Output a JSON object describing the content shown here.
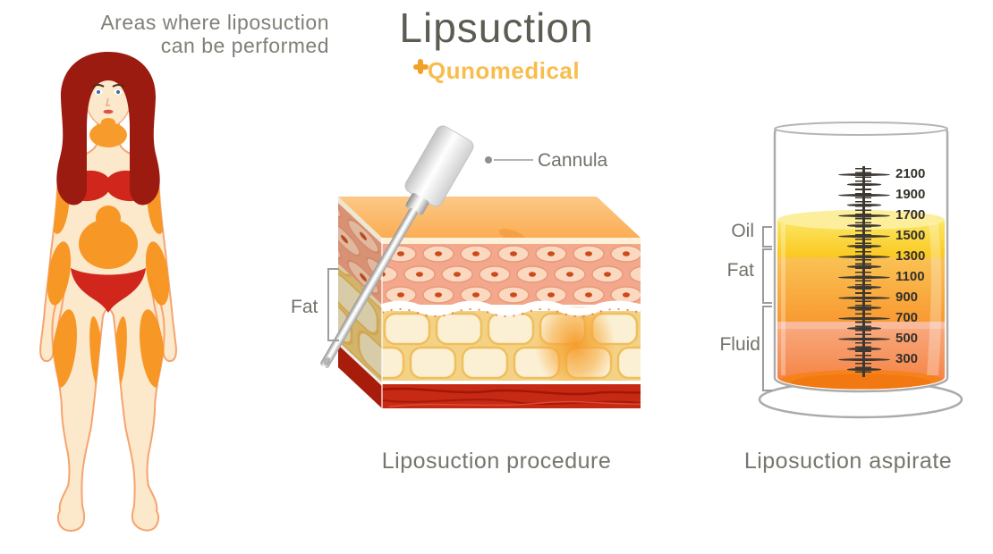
{
  "header": {
    "note_line1": "Areas where liposuction",
    "note_line2": "can be performed",
    "title": "Lipsuction",
    "brand": "Qunomedical",
    "brand_icon": "medical-cross-icon"
  },
  "figure": {
    "description": "female body front view",
    "highlighted_areas": [
      "chin",
      "upper arms",
      "abdomen",
      "hips",
      "outer thighs",
      "inner thighs",
      "inner calves"
    ]
  },
  "procedure": {
    "fat_label": "Fat",
    "cannula_label": "Cannula",
    "caption": "Liposuction procedure"
  },
  "aspirate": {
    "caption": "Liposuction aspirate",
    "oil_label": "Oil",
    "fat_label": "Fat",
    "fluid_label": "Fluid",
    "scale_values": [
      2100,
      1900,
      1700,
      1500,
      1300,
      1100,
      900,
      700,
      500,
      300
    ],
    "layers": [
      {
        "label": "Oil",
        "color": "#FBD937",
        "scale_range": [
          1300,
          1650
        ]
      },
      {
        "label": "Fat",
        "color": "#F8A73C",
        "scale_range": [
          700,
          1300
        ]
      },
      {
        "label": "Fluid",
        "color": "#F6875A",
        "scale_range": [
          100,
          700
        ]
      }
    ]
  },
  "colors": {
    "title_text": "#5A5E52",
    "note_text": "#7E8176",
    "caption_text": "#73776C",
    "label_text": "#6F7369",
    "brand_orange": "#F8BD4B",
    "brand_cross": "#F0A228",
    "highlight_orange": "#F7941F",
    "swimsuit_red": "#D0261B",
    "hair_red": "#9B1B10",
    "skin_tone": "#FCE8CB",
    "scale_ink": "#3D3831",
    "bracket_gray": "#9C9C9C",
    "muscle_red": "#C62A15",
    "epidermis_orange": "#FBB469"
  }
}
